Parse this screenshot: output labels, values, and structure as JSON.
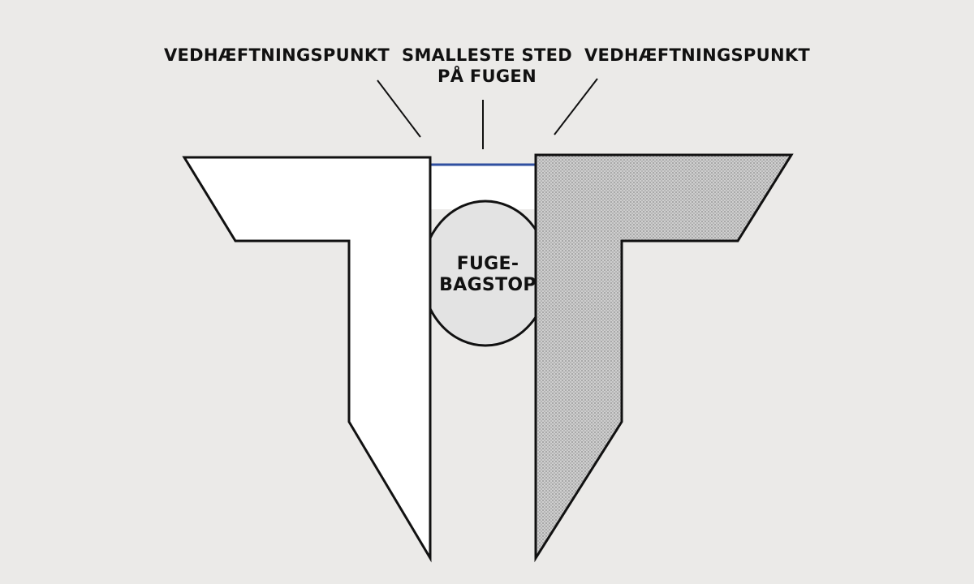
{
  "diagram": {
    "labels": {
      "adhesion_left": "VEDHÆFTNINGSPUNKT",
      "narrowest_line1": "SMALLESTE STED",
      "narrowest_line2": "PÅ FUGEN",
      "adhesion_right": "VEDHÆFTNINGSPUNKT",
      "backer_line1": "FUGE-",
      "backer_line2": "BAGSTOP"
    },
    "colors": {
      "background": "#ebeae8",
      "outline": "#111111",
      "left_block_fill": "#ffffff",
      "right_block_fill": "#c9c9c9",
      "backer_rod_fill": "#e3e3e3",
      "sealant_surface_line": "#2f4fa0"
    }
  }
}
